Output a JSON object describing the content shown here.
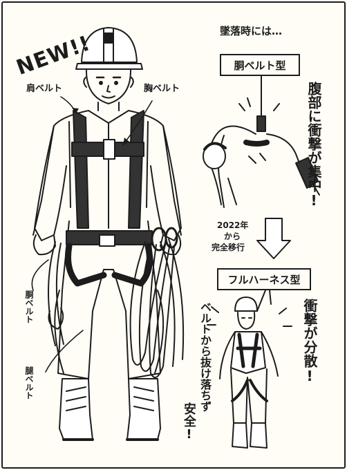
{
  "new_badge": "NEW!!",
  "labels": {
    "shoulder_belt": "肩ベルト",
    "chest_belt": "胸ベルト",
    "torso_belt": "胴ベルト",
    "leg_belt": "腿ベルト"
  },
  "fall_heading": "墜落時には…",
  "belt_type": {
    "title": "胴ベルト型",
    "caption": "腹部に衝撃が集中!"
  },
  "transition": {
    "year": "2022年",
    "from": "から",
    "note": "完全移行"
  },
  "harness_type": {
    "title": "フルハーネス型",
    "caption1": "衝撃が分散!",
    "caption2": "ベルトから抜け落ちず",
    "caption3": "安全!"
  }
}
